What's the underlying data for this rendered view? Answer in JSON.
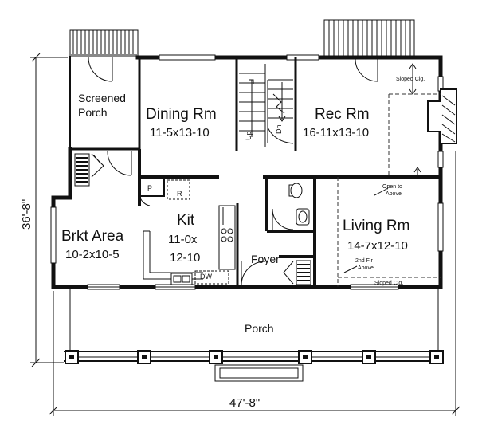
{
  "rooms": {
    "screened_porch": {
      "line1": "Screened",
      "line2": "Porch"
    },
    "dining": {
      "name": "Dining Rm",
      "dims": "11-5x13-10"
    },
    "rec": {
      "name": "Rec Rm",
      "dims": "16-11x13-10"
    },
    "kitchen": {
      "name": "Kit",
      "dims1": "11-0x",
      "dims2": "12-10"
    },
    "breakfast": {
      "name": "Brkt Area",
      "dims": "10-2x10-5"
    },
    "living": {
      "name": "Living Rm",
      "dims": "14-7x12-10"
    },
    "foyer": {
      "name": "Foyer"
    },
    "porch": {
      "name": "Porch"
    }
  },
  "labels": {
    "pantry": "P",
    "refrigerator": "R",
    "dishwasher": "DW",
    "stair_up": "Up",
    "stair_down": "Dn",
    "sloped_ceiling_top": "Sloped Clg.",
    "sloped_ceiling_bottom": "Sloped Clg.",
    "open_above_1": "Open to",
    "open_above_2": "Above",
    "second_floor_1": "2nd Flr",
    "second_floor_2": "Above"
  },
  "dimensions": {
    "overall_width": "47'-8\"",
    "overall_depth": "36'-8\""
  }
}
